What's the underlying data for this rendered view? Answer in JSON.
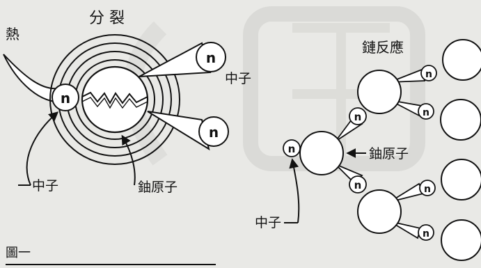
{
  "diagram": {
    "fission_label": "分 裂",
    "heat_label": "熱",
    "chain_label": "鏈反應",
    "neutron_symbol": "n",
    "neutron_label": "中子",
    "uranium_label": "鈾原子",
    "figure_label": "圖一"
  },
  "colors": {
    "ink": "#111111",
    "paper": "#e9e9e6",
    "watermark": "#cfcfcb"
  }
}
